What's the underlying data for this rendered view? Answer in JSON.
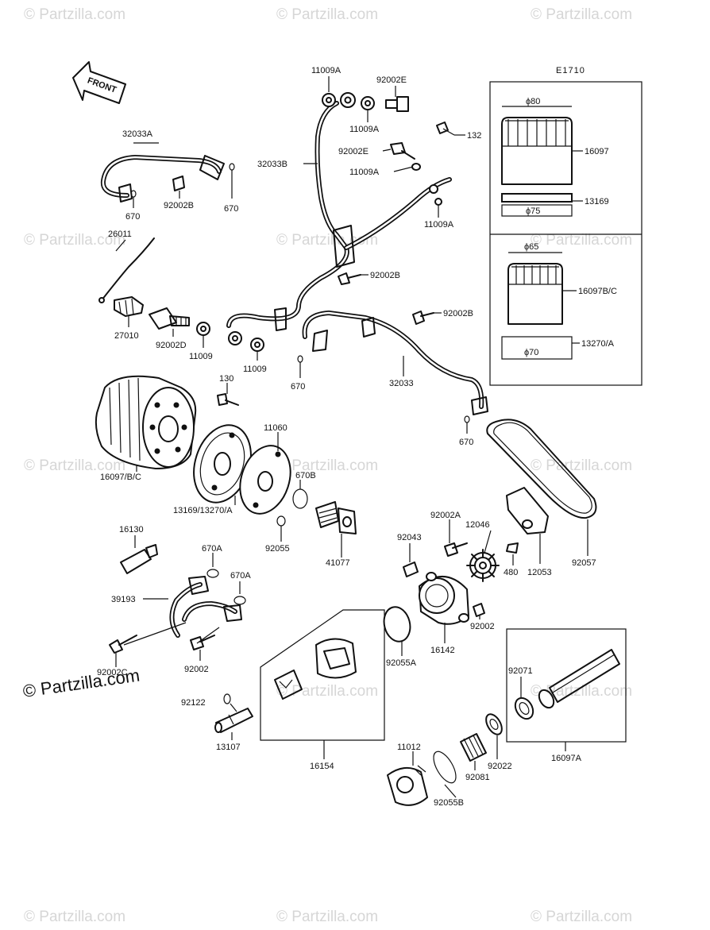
{
  "diagram": {
    "code": "E1710",
    "direction_label": "FRONT",
    "watermark_text": "© Partzilla.com",
    "brand_text": "© Partzilla.com",
    "inset_top": {
      "dim_outer": "ϕ80",
      "dim_inner": "ϕ75"
    },
    "inset_bottom": {
      "dim_outer": "ϕ65",
      "dim_inner": "ϕ70"
    },
    "labels": {
      "l_11009A_a": "11009A",
      "l_92002E_a": "92002E",
      "l_11009A_b": "11009A",
      "l_32033B": "32033B",
      "l_132": "132",
      "l_92002E_b": "92002E",
      "l_11009A_c": "11009A",
      "l_11009A_d": "11009A",
      "l_16097": "16097",
      "l_13169": "13169",
      "l_16097BC_inset": "16097B/C",
      "l_13270A_inset": "13270/A",
      "l_32033A": "32033A",
      "l_92002B_a": "92002B",
      "l_670_a": "670",
      "l_670_b": "670",
      "l_26011": "26011",
      "l_92002B_b": "92002B",
      "l_92002B_c": "92002B",
      "l_27010": "27010",
      "l_92002D": "92002D",
      "l_11009_a": "11009",
      "l_11009_b": "11009",
      "l_670_c": "670",
      "l_32033": "32033",
      "l_130": "130",
      "l_670_d": "670",
      "l_11060": "11060",
      "l_670B": "670B",
      "l_16097BC": "16097/B/C",
      "l_13169_13270A": "13169/13270/A",
      "l_92055": "92055",
      "l_41077": "41077",
      "l_16130": "16130",
      "l_670A_a": "670A",
      "l_670A_b": "670A",
      "l_39193": "39193",
      "l_92002C": "92002C",
      "l_92002_a": "92002",
      "l_92002A": "92002A",
      "l_12046": "12046",
      "l_92043": "92043",
      "l_480": "480",
      "l_12053": "12053",
      "l_92057": "92057",
      "l_92002_b": "92002",
      "l_92055A": "92055A",
      "l_16142": "16142",
      "l_92071": "92071",
      "l_92122": "92122",
      "l_13107": "13107",
      "l_16154": "16154",
      "l_11012": "11012",
      "l_92081": "92081",
      "l_92022": "92022",
      "l_16097A": "16097A",
      "l_92055B": "92055B"
    }
  }
}
